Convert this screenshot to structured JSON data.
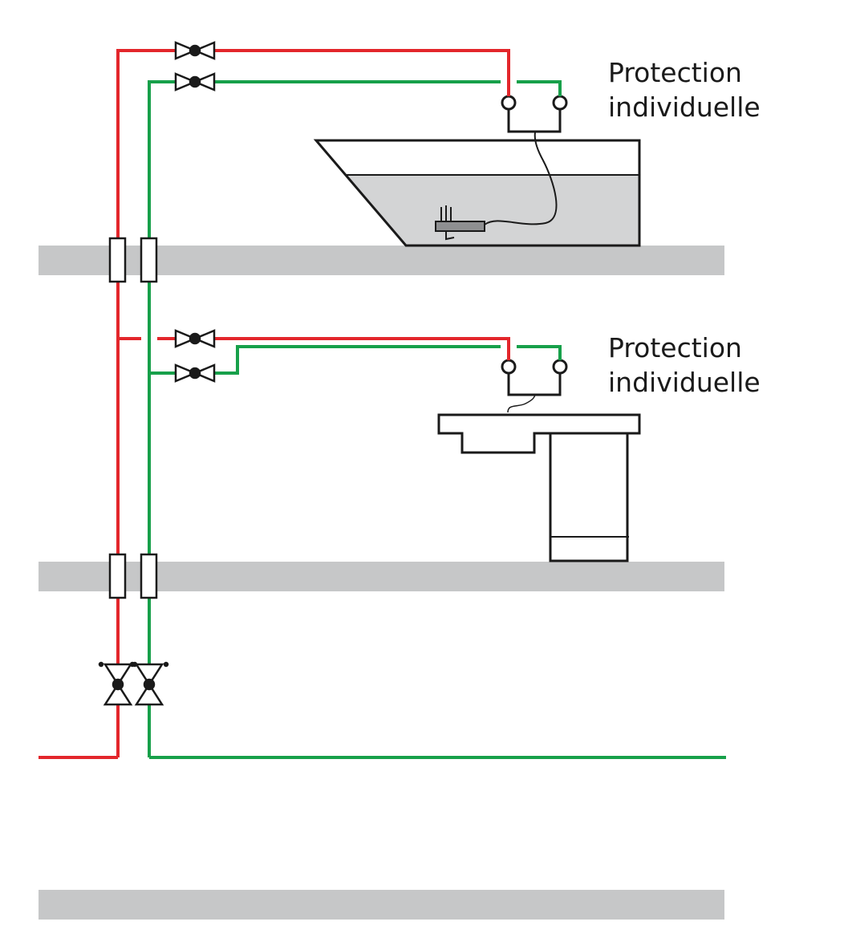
{
  "labels": {
    "upper": [
      "Protection",
      "individuelle"
    ],
    "lower": [
      "Protection",
      "individuelle"
    ]
  },
  "colors": {
    "hot_pipe": "#e3262b",
    "cold_pipe": "#17a04a",
    "floor_slab": "#c6c7c8",
    "bath_water": "#d3d4d5",
    "outline": "#1a1a1a",
    "background": "#ffffff"
  }
}
